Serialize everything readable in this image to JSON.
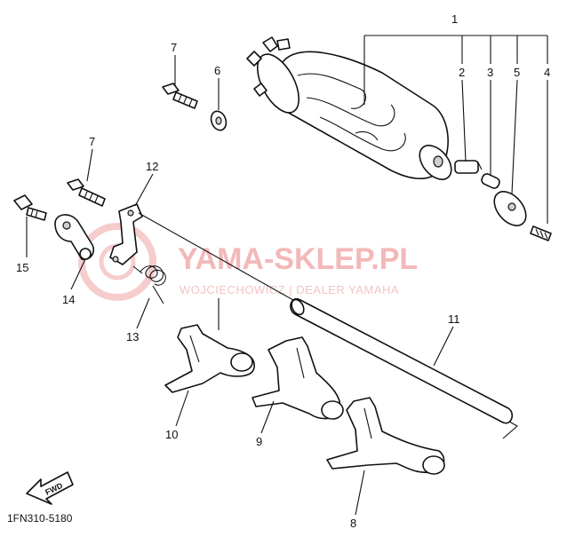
{
  "watermark": {
    "brand": "YAMA-SKLEP.PL",
    "dealer": "WOJCIECHOWICZ | DEALER YAMAHA"
  },
  "diagram_code": "1FN310-5180",
  "direction_marker": "FWD",
  "callouts": {
    "p1": "1",
    "p2": "2",
    "p3": "3",
    "p4": "4",
    "p5": "5",
    "p6": "6",
    "p7a": "7",
    "p7b": "7",
    "p8": "8",
    "p9": "9",
    "p10": "10",
    "p11": "11",
    "p12": "12",
    "p13": "13",
    "p14": "14",
    "p15": "15"
  },
  "colors": {
    "ink": "#111111",
    "watermark": "#f3b8b8"
  }
}
